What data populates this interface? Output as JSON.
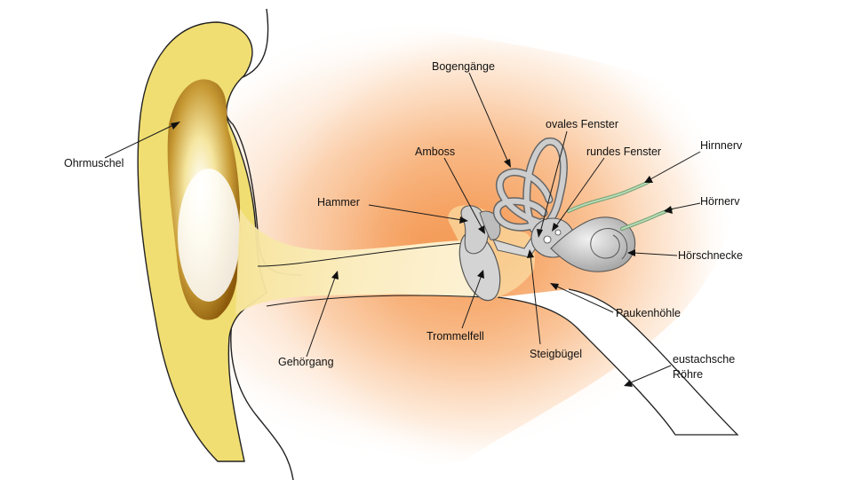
{
  "labels": {
    "ohrmuschel": "Ohrmuschel",
    "gehoergang": "Gehörgang",
    "hammer": "Hammer",
    "amboss": "Amboss",
    "bogengaenge": "Bogengänge",
    "ovales_fenster": "ovales Fenster",
    "rundes_fenster": "rundes Fenster",
    "hirnnerv": "Hirnnerv",
    "hoernerv": "Hörnerv",
    "hoerschnecke": "Hörschnecke",
    "paukenhoehle": "Paukenhöhle",
    "trommelfell": "Trommelfell",
    "steigbuegel": "Steigbügel",
    "eustachsche_line1": "eustachsche",
    "eustachsche_line2": "Röhre"
  },
  "colors": {
    "background": "#ffffff",
    "tissue_glow": "#f7a15e",
    "ear_yellow": "#f1e07a",
    "ear_brown": "#9a6a10",
    "ossicle_gray": "#c9c9c9",
    "nerve_green": "#8ab88a"
  }
}
